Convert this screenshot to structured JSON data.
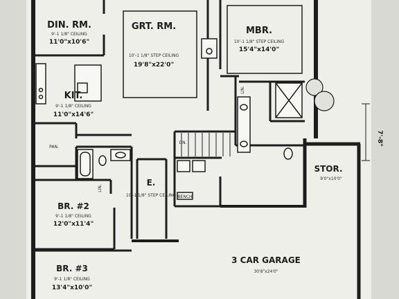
{
  "rooms": {
    "dining": {
      "name": "DIN. RM.",
      "ceiling": "9'-1 1/8\" CEILING",
      "size": "11'0\"x10'6\""
    },
    "great": {
      "name": "GRT. RM.",
      "ceiling": "10'-1 1/8\" STEP CEILING",
      "size": "19'8\"x22'0\""
    },
    "master": {
      "name": "MBR.",
      "ceiling": "10'-1 1/8\" STEP CEILING",
      "size": "15'4\"x14'0\""
    },
    "kitchen": {
      "name": "KIT.",
      "ceiling": "9'-1 1/8\" CEILING",
      "size": "11'0\"x14'6\""
    },
    "pantry": {
      "name": "PAN."
    },
    "br2": {
      "name": "BR. #2",
      "ceiling": "9'-1 1/8\" CEILING",
      "size": "12'0\"x11'4\""
    },
    "br3": {
      "name": "BR. #3",
      "ceiling": "9'-1 1/8\" CEILING",
      "size": "13'4\"x10'0\""
    },
    "entry": {
      "name": "E.",
      "ceiling": "10'-1 1/8\" STEP CEILING"
    },
    "storage": {
      "name": "STOR.",
      "size": "9'0\"x10'0\""
    },
    "garage": {
      "name": "3 CAR GARAGE",
      "size": "30'8\"x24'0\""
    }
  },
  "labels": {
    "linen1": "LIN.",
    "linen2": "LIN.",
    "bench": "BENCH",
    "dn": "DN."
  },
  "dimension": "7'-8\"",
  "colors": {
    "paper": "#d9d9d4",
    "ink": "#1d1d1d",
    "fill": "#efefea"
  }
}
